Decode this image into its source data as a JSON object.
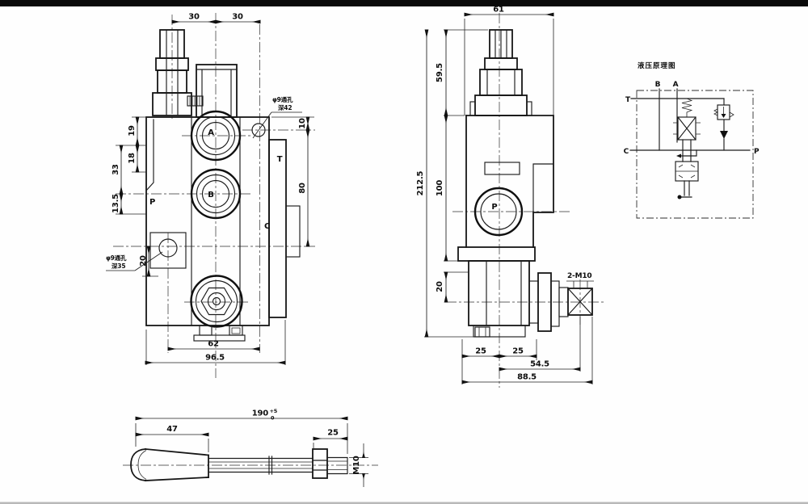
{
  "front_view": {
    "dim_top_left": "30",
    "dim_top_right": "30",
    "dim_19": "19",
    "dim_18": "18",
    "dim_33": "33",
    "dim_13_5": "13.5",
    "dim_20": "20",
    "dim_10": "10",
    "dim_80": "80",
    "dim_62": "62",
    "dim_96_5": "96.5",
    "port_a": "A",
    "port_b": "B",
    "port_p": "P",
    "port_t": "T",
    "port_c": "C",
    "callout_top_line1": "φ9通孔",
    "callout_top_line2": "深42",
    "callout_bottom_line1": "φ9通孔",
    "callout_bottom_line2": "深35"
  },
  "side_view": {
    "dim_61": "61",
    "dim_59_5": "59.5",
    "dim_212_5": "212.5",
    "dim_100": "100",
    "dim_20": "20",
    "dim_25_left": "25",
    "dim_25_right": "25",
    "dim_54_5": "54.5",
    "dim_88_5": "88.5",
    "thread_label": "2-M10",
    "port_p": "P"
  },
  "schematic": {
    "title": "液压原理图",
    "port_b": "B",
    "port_a": "A",
    "port_t": "T",
    "port_c": "C",
    "port_p": "P"
  },
  "handle_view": {
    "dim_total": "190",
    "dim_total_tol_upper": "+5",
    "dim_total_tol_lower": "0",
    "dim_47": "47",
    "dim_25": "25",
    "thread_label": "M10"
  }
}
